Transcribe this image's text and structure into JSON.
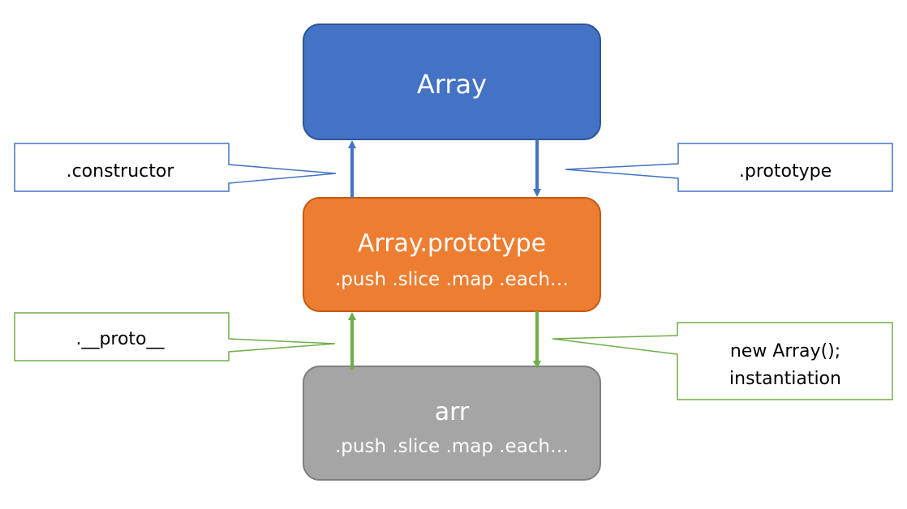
{
  "nodes": {
    "array": {
      "title": "Array",
      "fill": "#4472C4",
      "stroke": "#2F5597"
    },
    "prototype": {
      "title": "Array.prototype",
      "methods": ".push .slice .map .each…",
      "fill": "#ED7D31",
      "stroke": "#C55A11"
    },
    "arr": {
      "title": "arr",
      "methods": ".push .slice .map .each…",
      "fill": "#A5A5A5",
      "stroke": "#7F7F7F"
    }
  },
  "callouts": {
    "constructor": {
      "label": ".constructor",
      "border": "#4472C4"
    },
    "prototype": {
      "label": ".prototype",
      "border": "#4472C4"
    },
    "proto": {
      "label": ".__proto__",
      "border": "#70AD47"
    },
    "instantiation": {
      "line1": "new Array();",
      "line2": "instantiation",
      "border": "#70AD47"
    }
  },
  "edges": {
    "blue": "#4472C4",
    "green": "#70AD47"
  }
}
